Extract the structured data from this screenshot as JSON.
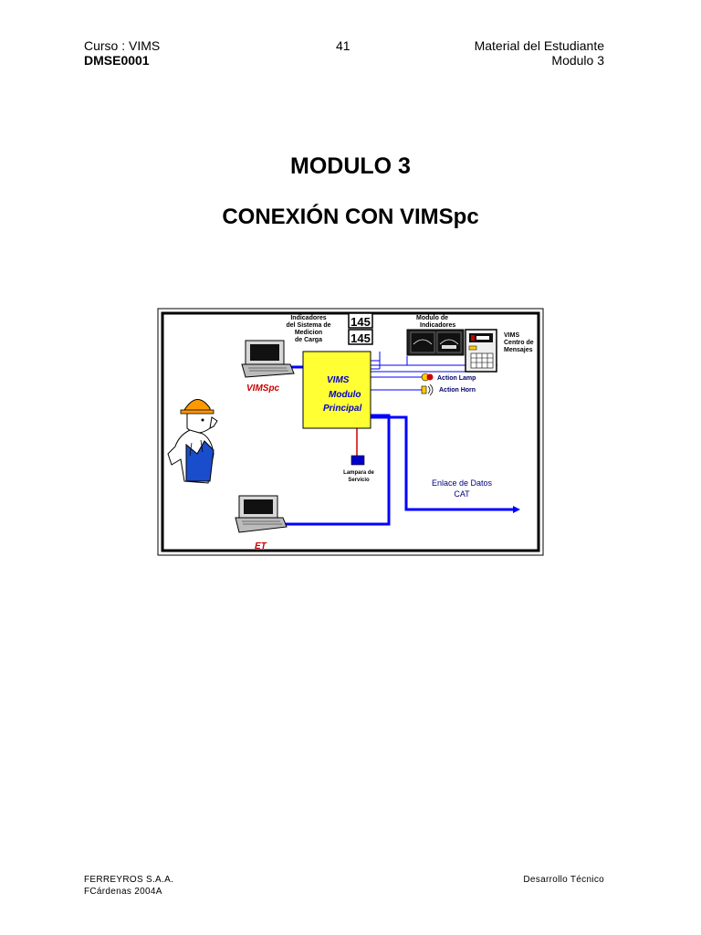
{
  "header": {
    "course": "Curso : VIMS",
    "code": "DMSE0001",
    "page_number": "41",
    "material": "Material del Estudiante",
    "module": "Modulo 3"
  },
  "titles": {
    "module_title": "MODULO 3",
    "section_title": "CONEXIÓN CON VIMSpc"
  },
  "diagram": {
    "load_indicators_label": [
      "Indicadores",
      "del Sistema de",
      "Medicion",
      "de Carga"
    ],
    "indicator_value_1": "145",
    "indicator_value_2": "145",
    "gauge_module_label": [
      "Modulo de",
      "Indicadores"
    ],
    "message_center_label": [
      "VIMS",
      "Centro de",
      "Mensajes"
    ],
    "main_module_label": [
      "VIMS",
      "Modulo",
      "Principal"
    ],
    "action_lamp_label": "Action Lamp",
    "action_horn_label": "Action Horn",
    "vimspc_label": "VIMSpc",
    "service_lamp_label": [
      "Lampara de",
      "Servicio"
    ],
    "datalink_label": [
      "Enlace de Datos",
      "CAT"
    ],
    "et_label": "ET",
    "colors": {
      "wire": "#0000ff",
      "module_fill": "#ffff33",
      "accent_red": "#cc0000",
      "service_lamp": "#0000cc"
    }
  },
  "footer": {
    "company": "FERREYROS S.A.A.",
    "author": "FCárdenas 2004A",
    "department": "Desarrollo Técnico"
  }
}
